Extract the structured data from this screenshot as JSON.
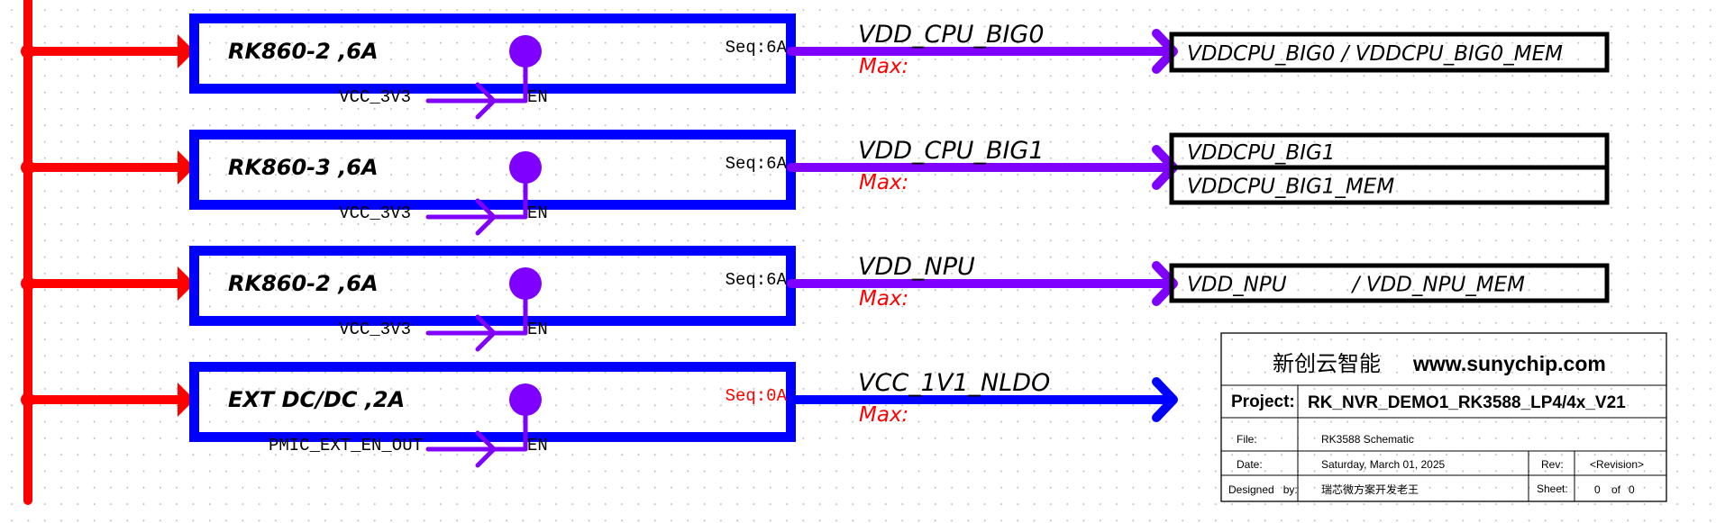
{
  "colors": {
    "input_rail": "#ff0000",
    "regulator_box": "#0000ff",
    "enable_net": "#8000ff",
    "output_net": "#8000ff",
    "output_net_ext": "#0000ff",
    "seq_default": "#000000",
    "seq_ext": "#ff0000",
    "max_text": "#ff0000",
    "port_box": "#000000"
  },
  "regulators": [
    {
      "label": "RK860-2 ,6A",
      "seq": "Seq:6A",
      "enable_source": "VCC_3V3",
      "enable_pin": "EN",
      "net": "VDD_CPU_BIG0",
      "max": "Max:",
      "ports": [
        "VDDCPU_BIG0 / VDDCPU_BIG0_MEM"
      ]
    },
    {
      "label": "RK860-3 ,6A",
      "seq": "Seq:6A",
      "enable_source": "VCC_3V3",
      "enable_pin": "EN",
      "net": "VDD_CPU_BIG1",
      "max": "Max:",
      "ports": [
        "VDDCPU_BIG1",
        "VDDCPU_BIG1_MEM"
      ]
    },
    {
      "label": "RK860-2 ,6A",
      "seq": "Seq:6A",
      "enable_source": "VCC_3V3",
      "enable_pin": "EN",
      "net": "VDD_NPU",
      "max": "Max:",
      "ports": [
        "VDD_NPU          / VDD_NPU_MEM"
      ]
    },
    {
      "label": "EXT DC/DC ,2A",
      "seq": "Seq:0A",
      "enable_source": "PMIC_EXT_EN_OUT",
      "enable_pin": "EN",
      "net": "VCC_1V1_NLDO",
      "max": "Max:",
      "ports": []
    }
  ],
  "title_block": {
    "company_cn": "新创云智能",
    "company_url": "www.sunychip.com",
    "project_label": "Project:",
    "project_value": "RK_NVR_DEMO1_RK3588_LP4/4x_V21",
    "file_label": "File:",
    "file_value": "RK3588 Schematic",
    "date_label": "Date:",
    "date_value": "Saturday, March 01, 2025",
    "rev_label": "Rev:",
    "rev_value": "<Revision>",
    "designed_label": "Designed   by:",
    "designed_value": "瑞芯微方案开发老王",
    "sheet_label": "Sheet:",
    "sheet_value": "0",
    "sheet_of": "of",
    "sheet_total": "0"
  }
}
